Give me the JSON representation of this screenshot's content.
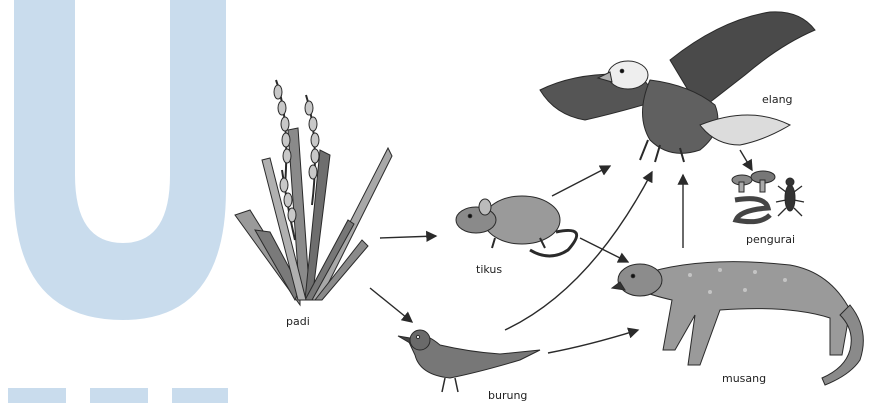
{
  "diagram": {
    "organisms": {
      "padi": "padi",
      "tikus": "tikus",
      "burung": "burung",
      "musang": "musang",
      "elang": "elang",
      "pengurai": "pengurai"
    }
  },
  "colors": {
    "watermark": "#c9dced",
    "ink": "#2a2a2a",
    "fill_dark": "#555555",
    "fill_mid": "#8a8a8a",
    "fill_light": "#bdbdbd"
  }
}
